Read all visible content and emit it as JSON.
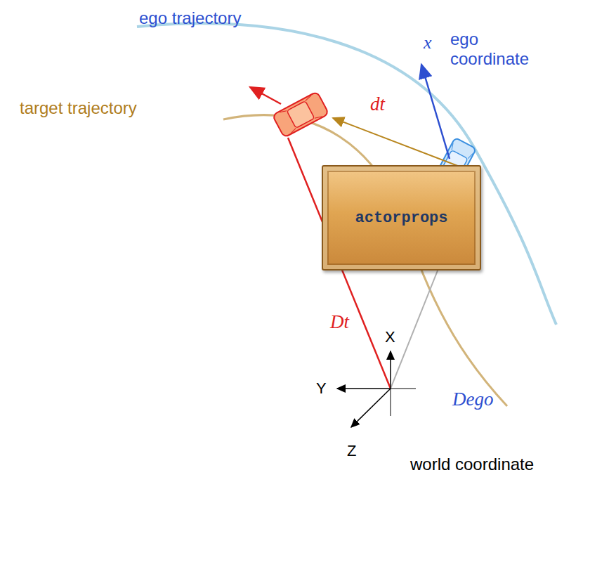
{
  "diagram": {
    "nodes": [
      {
        "text": [
          "actorprops"
        ]
      }
    ],
    "labels": [
      "ego trajectory",
      "target trajectory",
      "x",
      "ego coordinate",
      "dt",
      "Dt",
      "Dego",
      "X",
      "Y",
      "Z",
      "world coordinate"
    ]
  }
}
